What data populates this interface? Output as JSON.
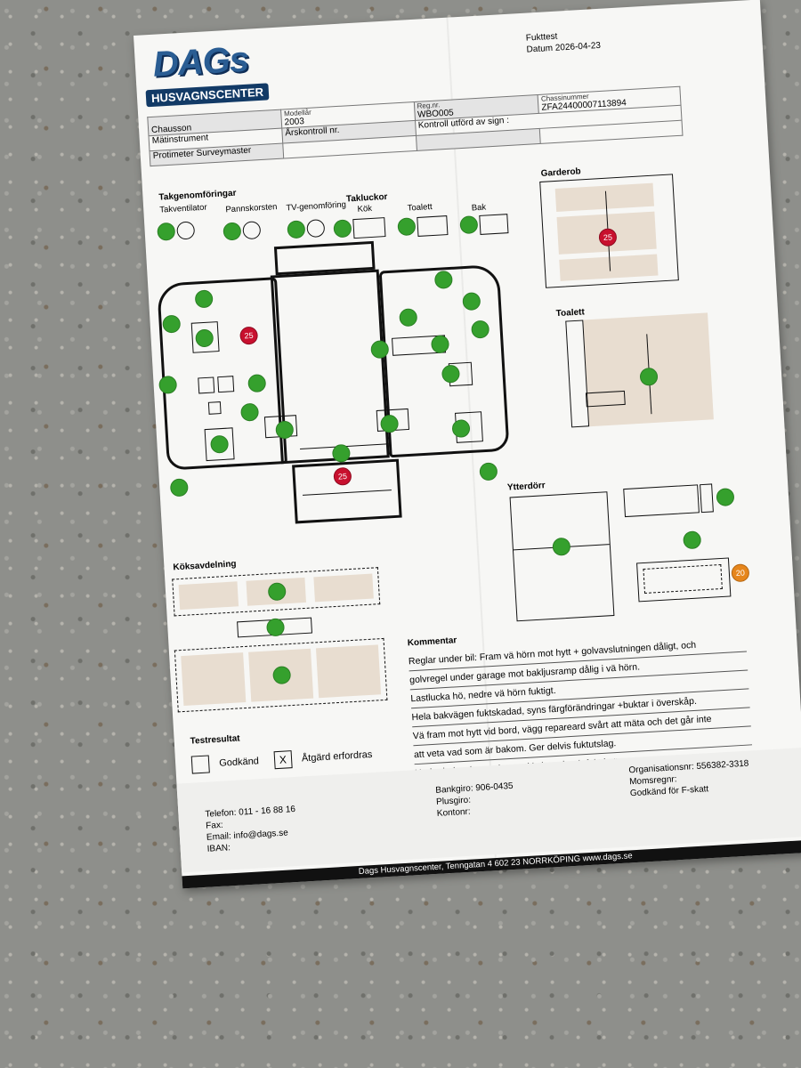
{
  "logo": {
    "word": "DAGs",
    "sub": "HUSVAGNSCENTER"
  },
  "header": {
    "fukttest": "Fukttest",
    "datum_label": "Datum",
    "datum_value": "2026-04-23",
    "row1": {
      "make": "Chausson",
      "model_label": "Modellår",
      "model_value": "2003",
      "reg_label": "Reg.nr.",
      "reg_value": "WBO005",
      "chassis_label": "Chassinummer",
      "chassis_value": "ZFA24400007113894"
    },
    "row2": {
      "instrument_label": "Mätinstrument",
      "control_label": "Årskontroll nr.",
      "done_by_label": "Kontroll utförd av sign :"
    },
    "row3": {
      "instrument_value": "Protimeter Surveymaster"
    }
  },
  "roof": {
    "title": "Takgenomföringar",
    "ventilator": "Takventilator",
    "pannskorsten": "Pannskorsten",
    "tv": "TV-genomföring",
    "hatches_title": "Takluckor",
    "kok": "Kök",
    "toalett": "Toalett",
    "bak": "Bak"
  },
  "plan": {
    "red_top": "25",
    "red_front": "25"
  },
  "sections": {
    "garderob": "Garderob",
    "garderob_value": "25",
    "toalett": "Toalett",
    "ytterdorr": "Ytterdörr",
    "ytterdorr_value": "20",
    "koksavdelning": "Köksavdelning"
  },
  "comment": {
    "title": "Kommentar",
    "lines": [
      "Reglar under bil: Fram vä hörn mot hytt + golvavslutningen dåligt, och",
      "golvregel under garage mot bakljusramp dålig i vä hörn.",
      "Lastlucka hö, nedre vä hörn fuktigt.",
      "Hela bakvägen fuktskadad, syns färgförändringar +buktar i överskåp.",
      "Vä fram mot hytt vid bord, vägg repareard svårt att mäta och det går inte",
      "att veta vad som är bakom. Ger delvis fuktutslag.",
      "Under belysning under markis i garderob fukt i vägg."
    ]
  },
  "result": {
    "title": "Testresultat",
    "ok_label": "Godkänd",
    "ok_mark": "",
    "action_label": "Åtgärd erfordras",
    "action_mark": "X"
  },
  "footer": {
    "telefon": "Telefon: 011 - 16 88 16",
    "fax": "Fax:",
    "email": "Email: info@dags.se",
    "iban": "IBAN:",
    "bankgiro": "Bankgiro: 906-0435",
    "plusgiro": "Plusgiro:",
    "kontonr": "Kontonr:",
    "orgnr": "Organisationsnr: 556382-3318",
    "momsregnr": "Momsregnr:",
    "fskatt": "Godkänd för F-skatt",
    "address": "Dags Husvagnscenter, Tenngatan 4 602 23 NORRKÖPING www.dags.se"
  }
}
